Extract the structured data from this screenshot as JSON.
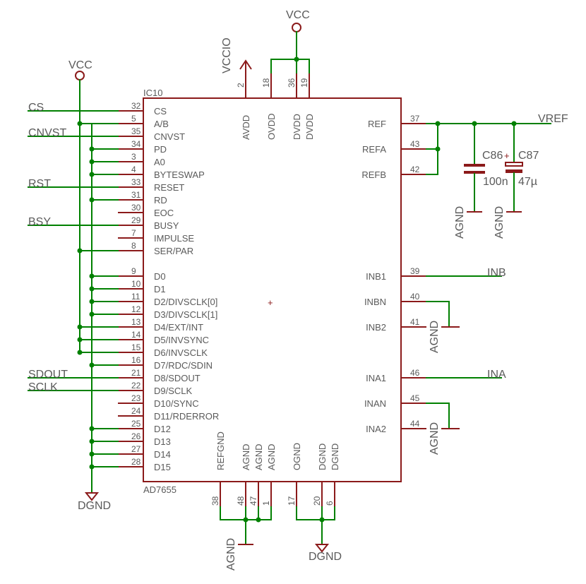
{
  "chip": {
    "ref": "IC10",
    "value": "AD7655",
    "origin": "+",
    "left_pins": [
      {
        "name": "CS",
        "num": "32"
      },
      {
        "name": "A/B",
        "num": "5"
      },
      {
        "name": "CNVST",
        "num": "35"
      },
      {
        "name": "PD",
        "num": "34"
      },
      {
        "name": "A0",
        "num": "3"
      },
      {
        "name": "BYTESWAP",
        "num": "4"
      },
      {
        "name": "RESET",
        "num": "33"
      },
      {
        "name": "RD",
        "num": "31"
      },
      {
        "name": "EOC",
        "num": "30"
      },
      {
        "name": "BUSY",
        "num": "29"
      },
      {
        "name": "IMPULSE",
        "num": "7"
      },
      {
        "name": "SER/PAR",
        "num": "8"
      },
      {
        "name": "D0",
        "num": "9"
      },
      {
        "name": "D1",
        "num": "10"
      },
      {
        "name": "D2/DIVSCLK[0]",
        "num": "11"
      },
      {
        "name": "D3/DIVSCLK[1]",
        "num": "12"
      },
      {
        "name": "D4/EXT/INT",
        "num": "13"
      },
      {
        "name": "D5/INVSYNC",
        "num": "14"
      },
      {
        "name": "D6/INVSCLK",
        "num": "15"
      },
      {
        "name": "D7/RDC/SDIN",
        "num": "16"
      },
      {
        "name": "D8/SDOUT",
        "num": "21"
      },
      {
        "name": "D9/SCLK",
        "num": "22"
      },
      {
        "name": "D10/SYNC",
        "num": "23"
      },
      {
        "name": "D11/RDERROR",
        "num": "24"
      },
      {
        "name": "D12",
        "num": "25"
      },
      {
        "name": "D13",
        "num": "26"
      },
      {
        "name": "D14",
        "num": "27"
      },
      {
        "name": "D15",
        "num": "28"
      }
    ],
    "right_pins": [
      {
        "name": "REF",
        "num": "37"
      },
      {
        "name": "REFA",
        "num": "43"
      },
      {
        "name": "REFB",
        "num": "42"
      },
      {
        "name": "INB1",
        "num": "39"
      },
      {
        "name": "INBN",
        "num": "40"
      },
      {
        "name": "INB2",
        "num": "41"
      },
      {
        "name": "INA1",
        "num": "46"
      },
      {
        "name": "INAN",
        "num": "45"
      },
      {
        "name": "INA2",
        "num": "44"
      }
    ],
    "top_pins": [
      {
        "name": "AVDD",
        "num": "2"
      },
      {
        "name": "OVDD",
        "num": "18"
      },
      {
        "name": "DVDD",
        "num": "36"
      },
      {
        "name": "DVDD",
        "num": "19"
      }
    ],
    "bottom_pins": [
      {
        "name": "REFGND",
        "num": "38"
      },
      {
        "name": "AGND",
        "num": "48"
      },
      {
        "name": "AGND",
        "num": "47"
      },
      {
        "name": "AGND",
        "num": "1"
      },
      {
        "name": "OGND",
        "num": "17"
      },
      {
        "name": "DGND",
        "num": "20"
      },
      {
        "name": "DGND",
        "num": "6"
      }
    ]
  },
  "nets": {
    "cs": "CS",
    "cnvst": "CNVST",
    "rst": "RST",
    "bsy": "BSY",
    "sdout": "SDOUT",
    "sclk": "SCLK",
    "vref": "VREF",
    "inb": "INB",
    "ina": "INA"
  },
  "supplies": {
    "vcc_top": "VCC",
    "vcc_left": "VCC",
    "vccio": "VCCIO",
    "dgnd_left": "DGND",
    "dgnd_bottom": "DGND",
    "agnd_bottom": "AGND",
    "agnd_c86": "AGND",
    "agnd_c87": "AGND",
    "agnd_inb": "AGND",
    "agnd_ina": "AGND"
  },
  "capacitors": {
    "c86": {
      "ref": "C86",
      "value": "100n"
    },
    "c87": {
      "ref": "C87",
      "value": "47µ",
      "polarity": "+"
    }
  },
  "colors": {
    "wire": "#008000",
    "device": "#8b1a1a",
    "text": "#5a5a5a",
    "background": "#ffffff"
  }
}
